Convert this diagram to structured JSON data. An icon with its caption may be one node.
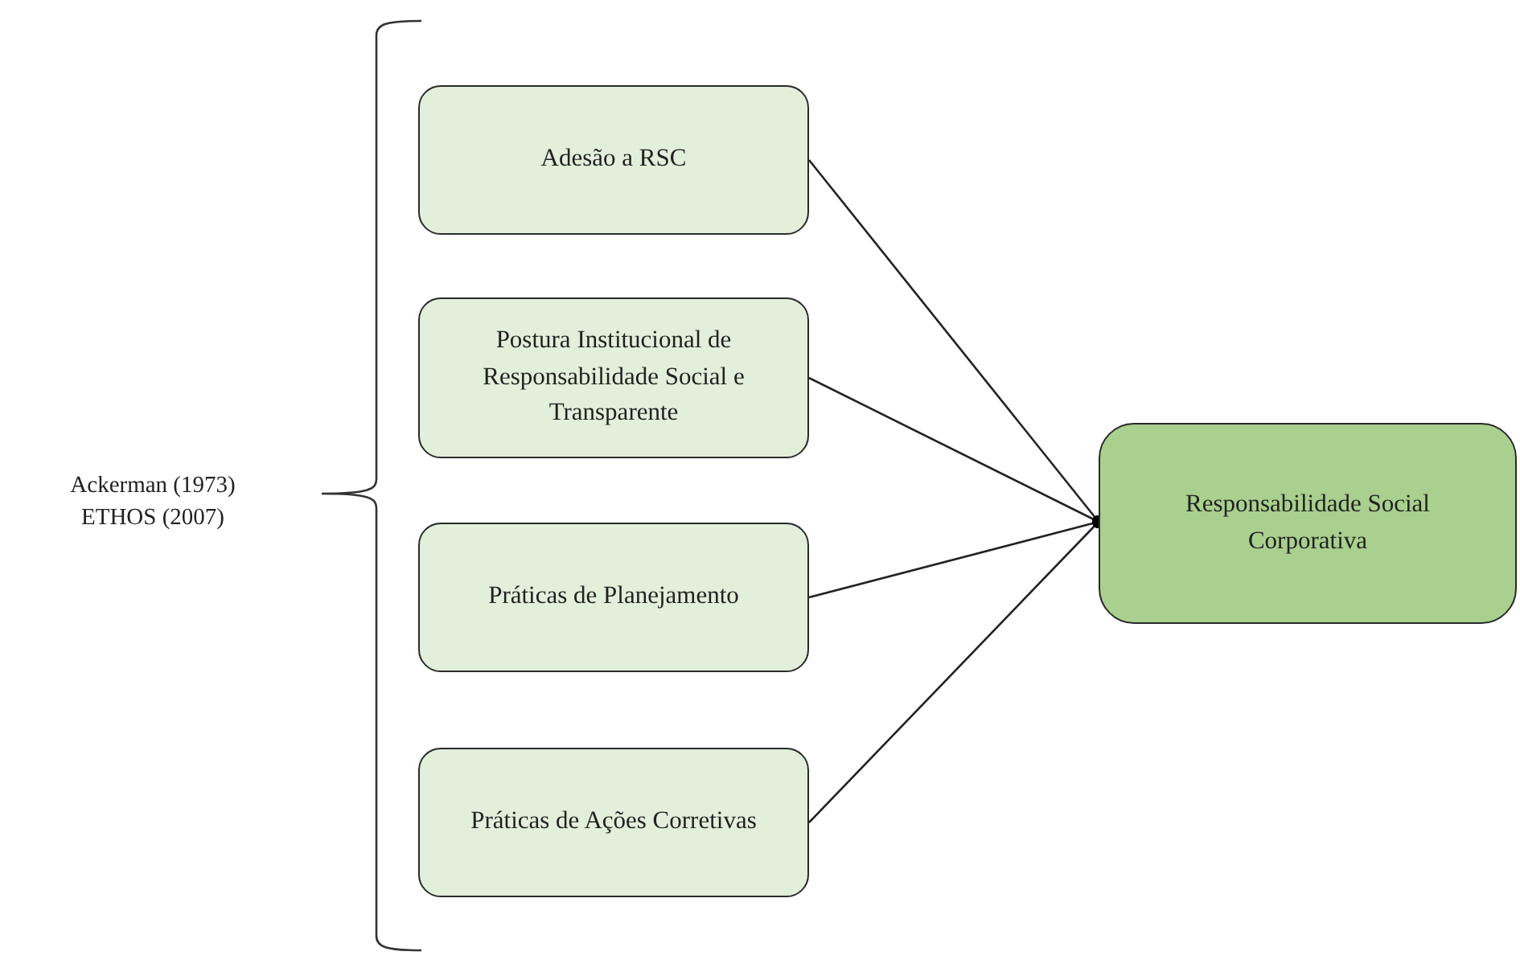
{
  "diagram": {
    "nodes": [
      {
        "text": [
          "Adesão a RSC"
        ]
      },
      {
        "text": [
          "Postura Institucional de Responsabilidade Social e Transparente"
        ]
      },
      {
        "text": [
          "Práticas de Planejamento"
        ]
      },
      {
        "text": [
          "Práticas de Ações Corretivas"
        ]
      },
      {
        "text": [
          "Responsabilidade Social Corporativa"
        ]
      }
    ],
    "edges": [
      {
        "from": 0,
        "to": 4,
        "arrow": "other"
      },
      {
        "from": 1,
        "to": 4,
        "arrow": "other"
      },
      {
        "from": 2,
        "to": 4,
        "arrow": "other"
      },
      {
        "from": 3,
        "to": 4,
        "arrow": "other"
      }
    ],
    "labels": [
      "Ackerman (1973)",
      "ETHOS (2007)"
    ]
  }
}
